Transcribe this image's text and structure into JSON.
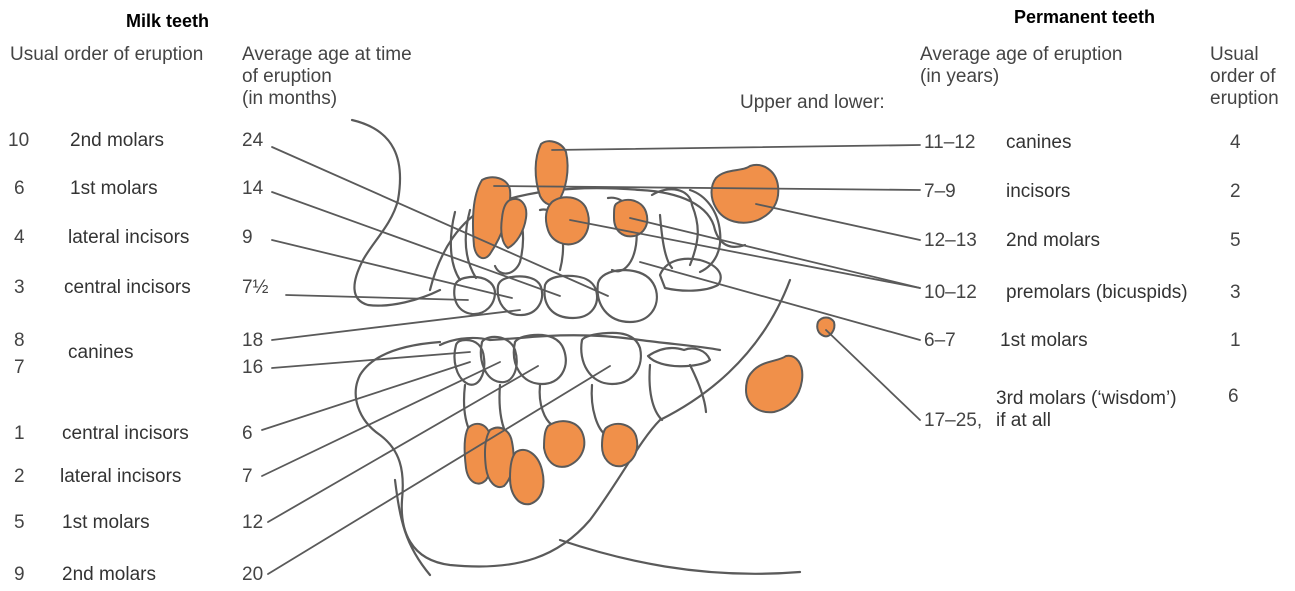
{
  "milk": {
    "title": "Milk teeth",
    "header_order": "Usual order of eruption",
    "header_age": "Average age at time\nof eruption\n(in months)",
    "rows": [
      {
        "order": "10",
        "name": "2nd molars",
        "age": "24"
      },
      {
        "order": "6",
        "name": "1st molars",
        "age": "14"
      },
      {
        "order": "4",
        "name": "lateral incisors",
        "age": "9"
      },
      {
        "order": "3",
        "name": "central incisors",
        "age": "7½"
      },
      {
        "order": "8",
        "name": "canines",
        "age": "18"
      },
      {
        "order": "7",
        "name": "",
        "age": "16"
      },
      {
        "order": "1",
        "name": "central incisors",
        "age": "6"
      },
      {
        "order": "2",
        "name": "lateral incisors",
        "age": "7"
      },
      {
        "order": "5",
        "name": "1st molars",
        "age": "12"
      },
      {
        "order": "9",
        "name": "2nd molars",
        "age": "20"
      }
    ]
  },
  "permanent": {
    "title": "Permanent teeth",
    "header_age": "Average age of eruption\n(in years)",
    "header_order": "Usual\norder of\neruption",
    "upper_lower": "Upper and lower:",
    "rows": [
      {
        "age": "11–12",
        "name": "canines",
        "order": "4"
      },
      {
        "age": "7–9",
        "name": "incisors",
        "order": "2"
      },
      {
        "age": "12–13",
        "name": "2nd molars",
        "order": "5"
      },
      {
        "age": "10–12",
        "name": "premolars (bicuspids)",
        "order": "3"
      },
      {
        "age": "6–7",
        "name": "1st molars",
        "order": "1"
      },
      {
        "age": "17–25,",
        "name": "3rd molars (‘wisdom’)\nif at all",
        "order": "6"
      }
    ]
  },
  "colors": {
    "permanent_tooth": "#f0904a",
    "outline": "#555555",
    "text": "#333333"
  }
}
